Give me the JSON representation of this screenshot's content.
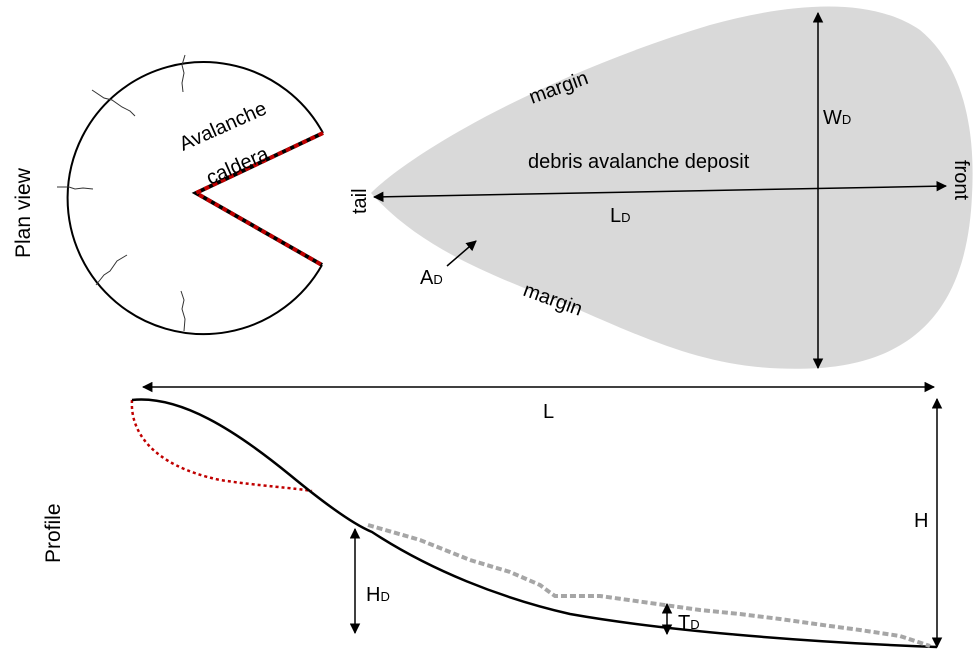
{
  "colors": {
    "deposit_fill": "#d9d9d9",
    "outline": "#000000",
    "dashed_red": "#c00000",
    "dashed_gray": "#a6a6a6"
  },
  "plan": {
    "side_label": "Plan view",
    "caldera_label": [
      "Avalanche",
      "caldera"
    ],
    "deposit_label": "debris avalanche deposit",
    "tail_label": "tail",
    "front_label": "front",
    "margin_top": "margin",
    "margin_bottom": "margin",
    "length": {
      "main": "L",
      "sub": "D"
    },
    "width": {
      "main": "W",
      "sub": "D"
    },
    "area": {
      "main": "A",
      "sub": "D"
    }
  },
  "profile": {
    "side_label": "Profile",
    "total_length": "L",
    "total_height": "H",
    "deposit_height": {
      "main": "H",
      "sub": "D"
    },
    "thickness": {
      "main": "T",
      "sub": "D"
    }
  }
}
